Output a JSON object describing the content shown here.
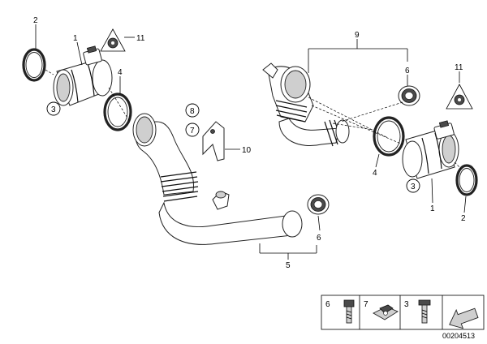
{
  "callouts": {
    "left_2": "2",
    "left_1": "1",
    "left_11": "11",
    "left_4": "4",
    "left_3": "3",
    "center_8": "8",
    "center_7": "7",
    "center_10": "10",
    "center_6": "6",
    "center_5": "5",
    "right_9": "9",
    "right_6": "6",
    "right_11": "11",
    "right_4": "4",
    "right_3": "3",
    "right_1": "1",
    "right_2": "2"
  },
  "legend": {
    "cell_1": "6",
    "cell_2": "7",
    "cell_3": "3"
  },
  "diagram_id": "00204513"
}
